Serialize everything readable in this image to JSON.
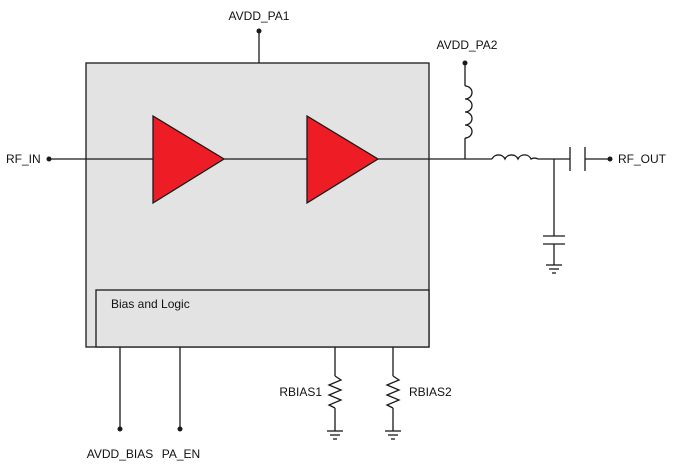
{
  "pins": {
    "avdd_pa1": "AVDD_PA1",
    "avdd_pa2": "AVDD_PA2",
    "rf_in": "RF_IN",
    "rf_out": "RF_OUT",
    "avdd_bias": "AVDD_BIAS",
    "pa_en": "PA_EN"
  },
  "resistors": {
    "rbias1": "RBIAS1",
    "rbias2": "RBIAS2"
  },
  "blocks": {
    "bias_logic": "Bias and Logic"
  },
  "colors": {
    "chip_fill": "#e3e3e3",
    "amplifier_fill": "#ee1c25",
    "wire": "#1a1a1a"
  }
}
